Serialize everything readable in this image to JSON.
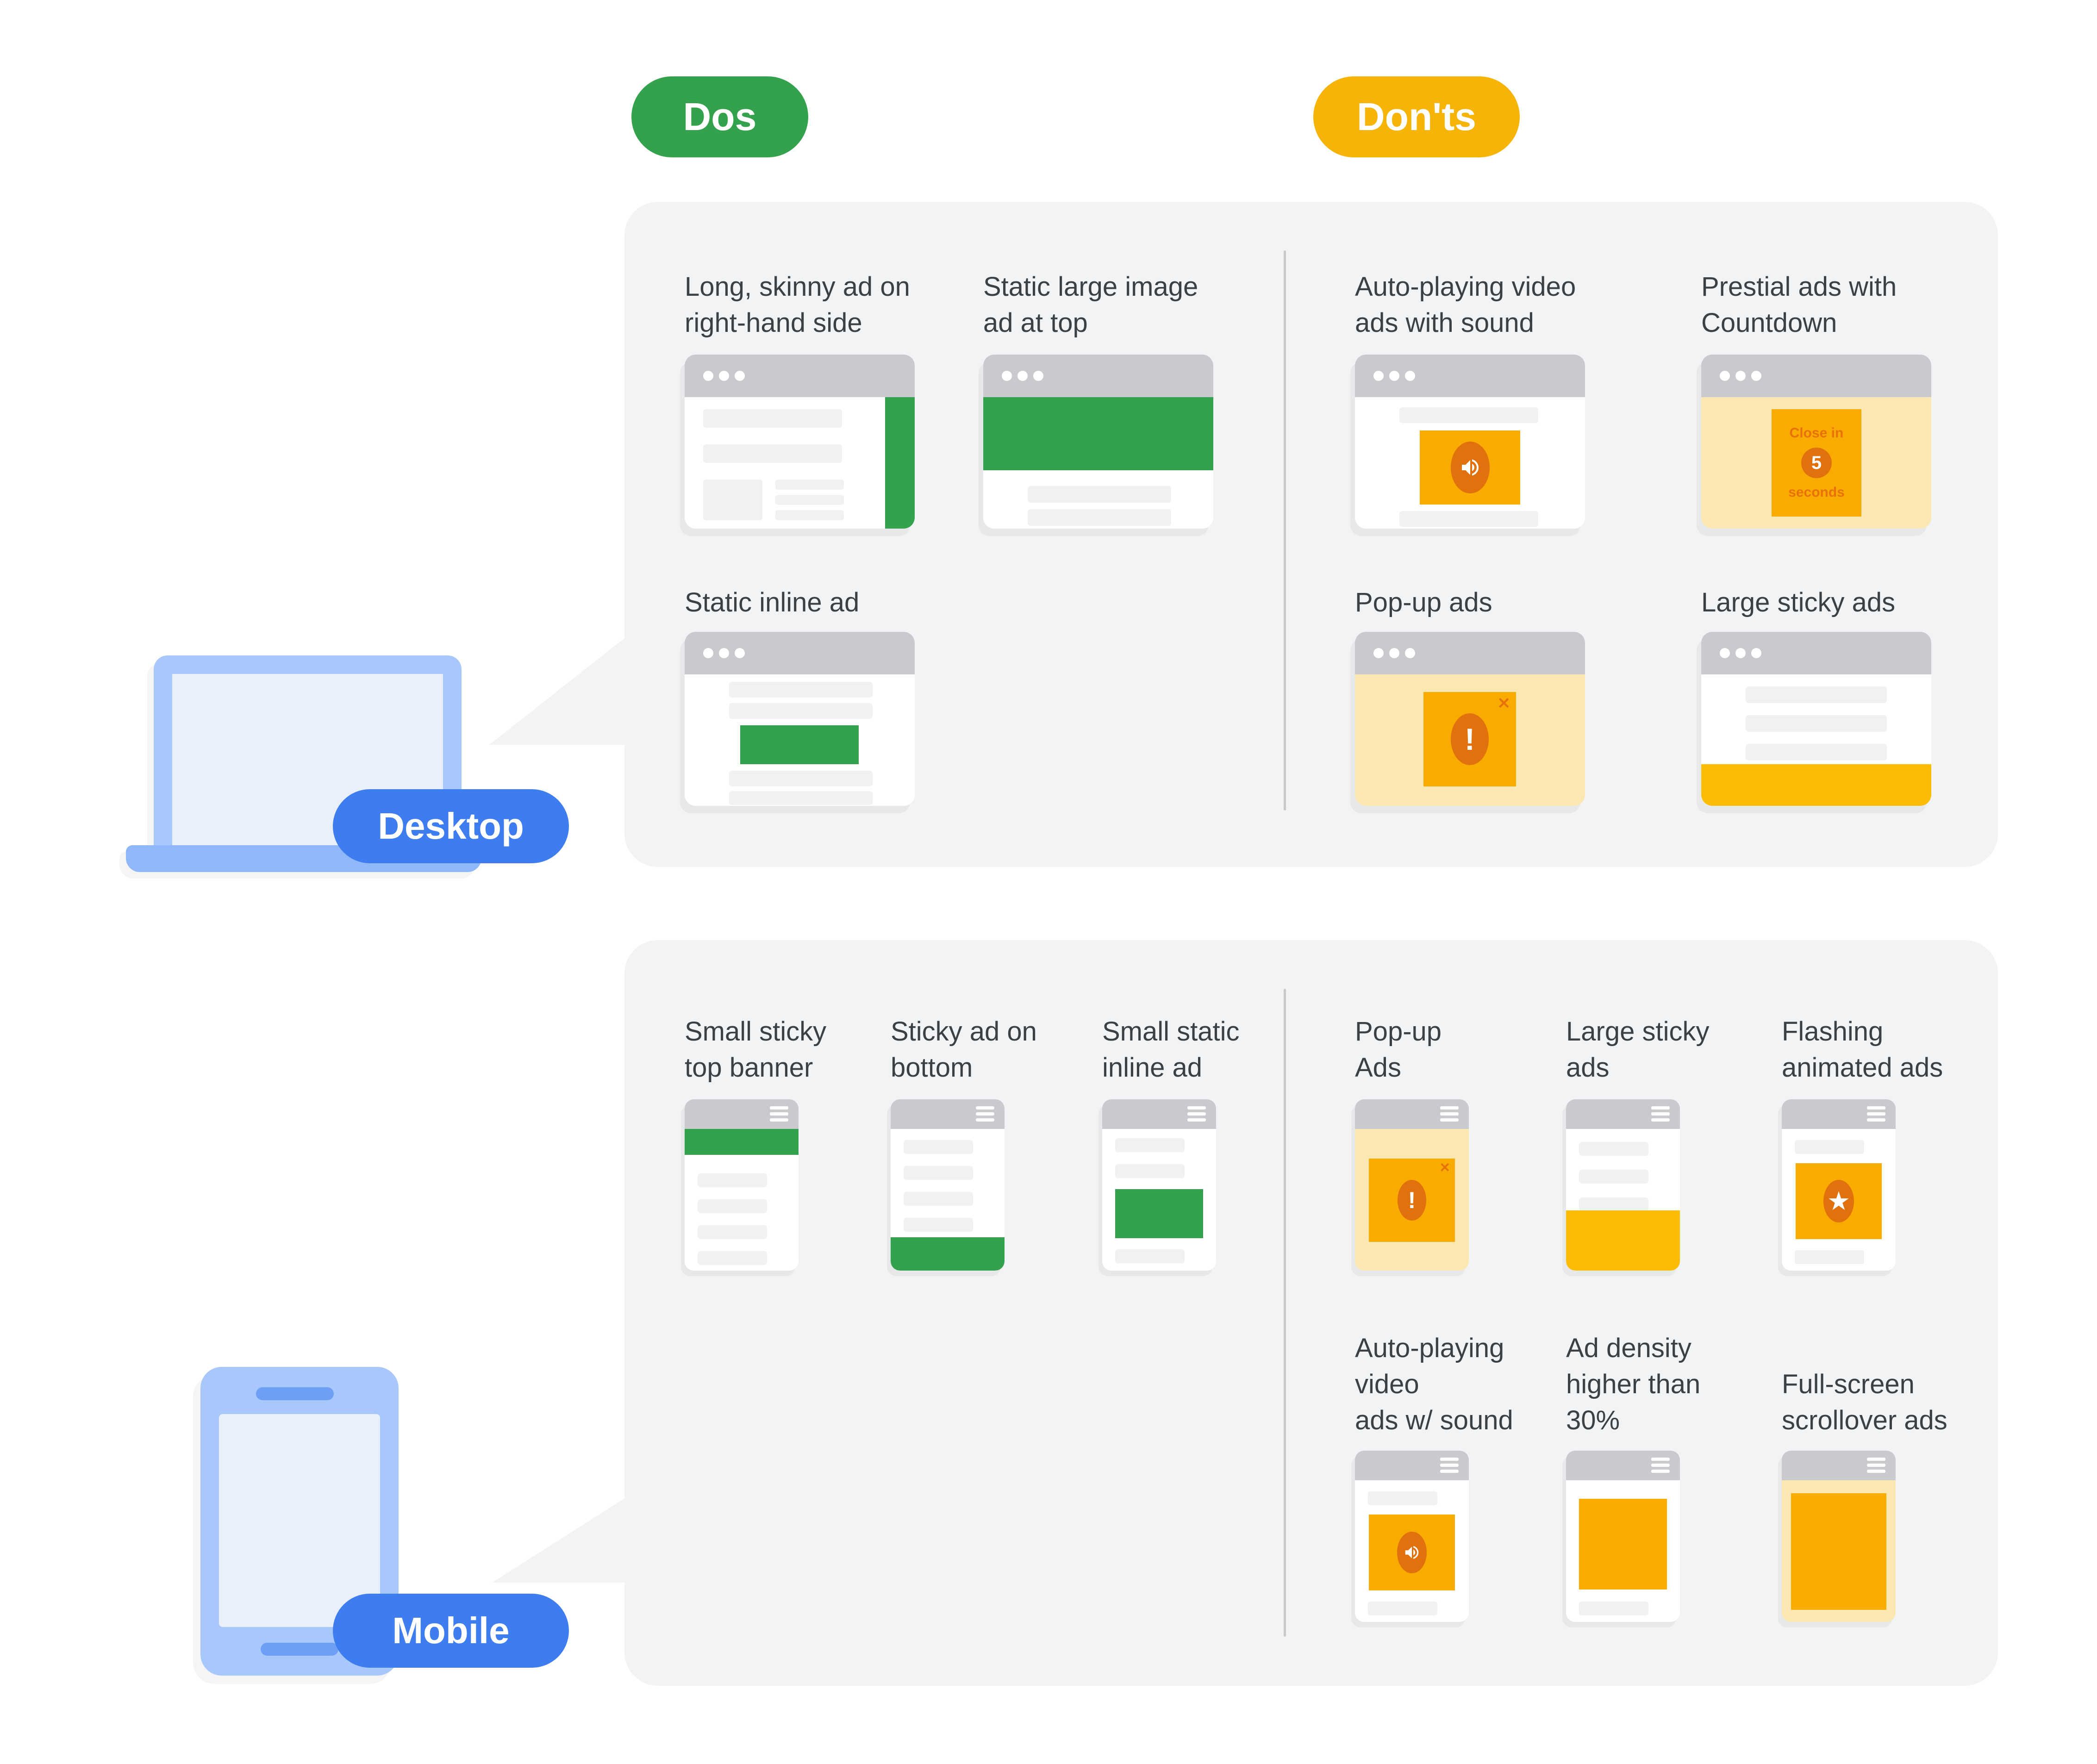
{
  "badges": {
    "dos": "Dos",
    "donts": "Don'ts"
  },
  "device_labels": {
    "desktop": "Desktop",
    "mobile": "Mobile"
  },
  "desktop_panel": {
    "dos": [
      {
        "id": "long-skinny-right",
        "label": "Long, skinny ad on\nright-hand side"
      },
      {
        "id": "static-large-top",
        "label": "Static large image\nad at top"
      },
      {
        "id": "static-inline",
        "label": "Static inline ad"
      }
    ],
    "donts": [
      {
        "id": "autoplay-video-sound",
        "label": "Auto-playing video\nads with sound"
      },
      {
        "id": "prestitial-countdown",
        "label": "Prestial ads with\nCountdown"
      },
      {
        "id": "popup-ads",
        "label": "Pop-up ads"
      },
      {
        "id": "large-sticky-ads",
        "label": "Large sticky ads"
      }
    ]
  },
  "mobile_panel": {
    "dos": [
      {
        "id": "small-sticky-top-banner",
        "label": "Small sticky\ntop banner"
      },
      {
        "id": "sticky-ad-bottom",
        "label": "Sticky ad on\nbottom"
      },
      {
        "id": "small-static-inline",
        "label": "Small static\ninline ad"
      }
    ],
    "donts": [
      {
        "id": "popup-ads",
        "label": "Pop-up\nAds"
      },
      {
        "id": "large-sticky-ads",
        "label": "Large sticky\nads"
      },
      {
        "id": "flashing-animated-ads",
        "label": "Flashing\nanimated ads"
      },
      {
        "id": "autoplay-video-sound",
        "label": "Auto-playing\nvideo\nads w/ sound"
      },
      {
        "id": "ad-density-over-30",
        "label": "Ad density\nhigher than\n30%"
      },
      {
        "id": "fullscreen-scrollover",
        "label": "Full-screen\nscrollover ads"
      }
    ]
  },
  "countdown_ad": {
    "line1": "Close in",
    "number": "5",
    "line2": "seconds"
  },
  "icons": [
    "window-dots-icon",
    "menu-icon",
    "volume-icon",
    "exclamation-icon",
    "close-icon",
    "countdown-icon",
    "star-icon"
  ],
  "colors": {
    "dos_green": "#34A14D",
    "donts_yellow": "#F6B409",
    "ad_yellow": "#F9AB00",
    "sticky_band_yellow": "#FBBC04",
    "pale_yellow": "#FBE7B1",
    "orange": "#E0710C",
    "device_pill_blue": "#3D7DF0",
    "device_blue": "#A8C7FA",
    "device_screen_blue": "#E9F0FC",
    "panel_gray": "#F1F3F4",
    "titlebar_gray": "#C8CACD",
    "text_gray": "#3C4043"
  }
}
